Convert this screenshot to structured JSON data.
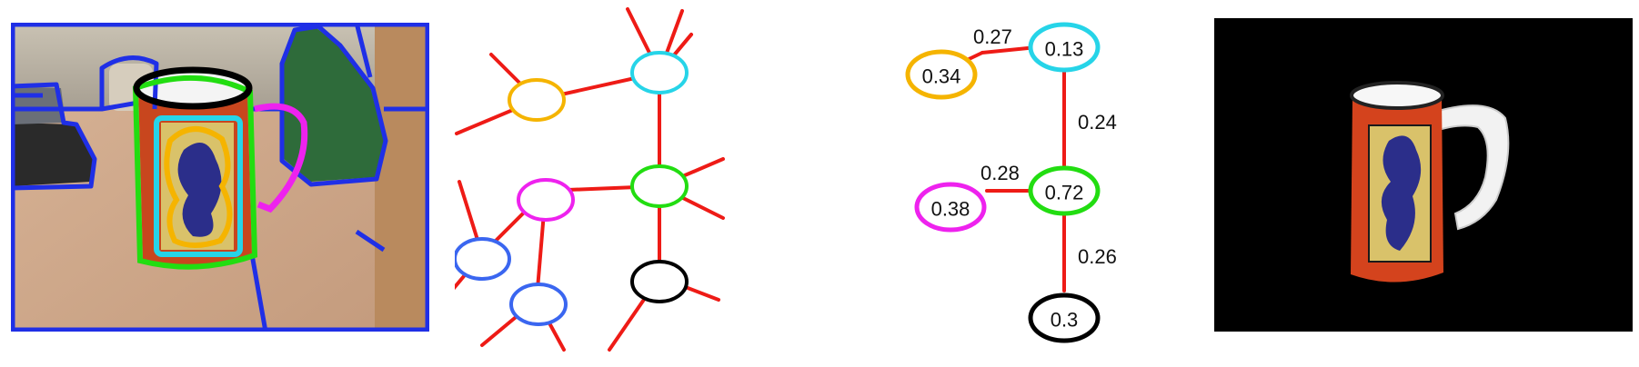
{
  "colors": {
    "edge": "#ee1b16",
    "segment_border": "#1f2fe6",
    "node_yellow": "#f5b400",
    "node_cyan": "#26d4e8",
    "node_green": "#22dd11",
    "node_magenta": "#ee22ee",
    "node_blue": "#3a66f0",
    "node_black": "#000000",
    "result_background": "#000000"
  },
  "weighted_graph": {
    "nodes": [
      {
        "id": "yellow",
        "label": "0.34",
        "color": "node_yellow"
      },
      {
        "id": "cyan",
        "label": "0.13",
        "color": "node_cyan"
      },
      {
        "id": "green",
        "label": "0.72",
        "color": "node_green"
      },
      {
        "id": "magenta",
        "label": "0.38",
        "color": "node_magenta"
      },
      {
        "id": "black",
        "label": "0.3",
        "color": "node_black"
      }
    ],
    "edges": [
      {
        "from": "yellow",
        "to": "cyan",
        "label": "0.27"
      },
      {
        "from": "cyan",
        "to": "green",
        "label": "0.24"
      },
      {
        "from": "magenta",
        "to": "green",
        "label": "0.28"
      },
      {
        "from": "green",
        "to": "black",
        "label": "0.26"
      }
    ]
  }
}
